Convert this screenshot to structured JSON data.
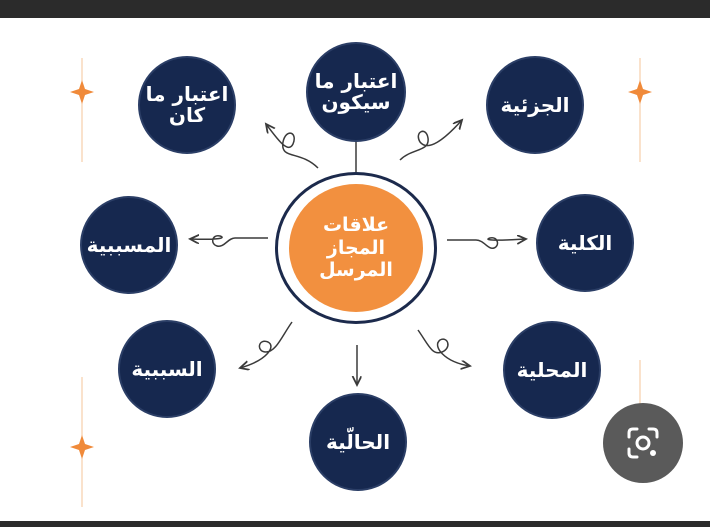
{
  "diagram": {
    "center": "علاقات\nالمجاز\nالمرسل",
    "nodes": {
      "top": "اعتبار ما\nسيكون",
      "top_left": "اعتبار ما\nكان",
      "top_right": "الجزئية",
      "left": "المسببية",
      "right": "الكلية",
      "bottom_left": "السببية",
      "bottom_right": "المحلية",
      "bottom": "الحالّية"
    }
  },
  "colors": {
    "node_fill": "#16284f",
    "center_fill": "#f2903f",
    "star": "#f08a3a",
    "arrow": "#3a3a3a"
  },
  "overlay": {
    "icon": "google-lens-icon"
  }
}
